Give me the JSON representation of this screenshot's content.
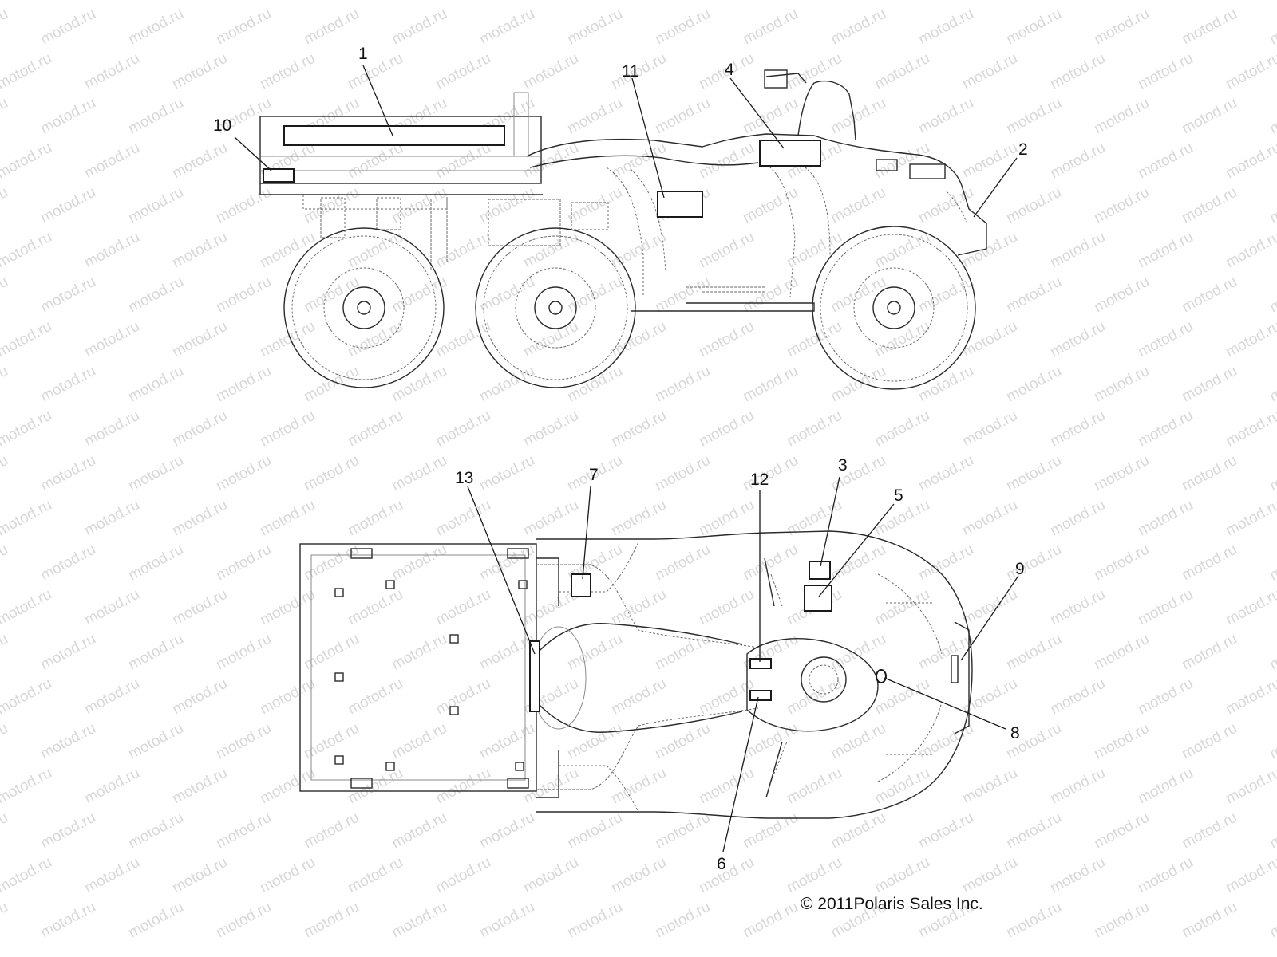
{
  "watermark": "motod.ru",
  "copyright": "© 2011Polaris Sales Inc.",
  "callouts": {
    "c1": "1",
    "c2": "2",
    "c3": "3",
    "c4": "4",
    "c5": "5",
    "c6": "6",
    "c7": "7",
    "c8": "8",
    "c9": "9",
    "c10": "10",
    "c11": "11",
    "c12": "12",
    "c13": "13"
  }
}
